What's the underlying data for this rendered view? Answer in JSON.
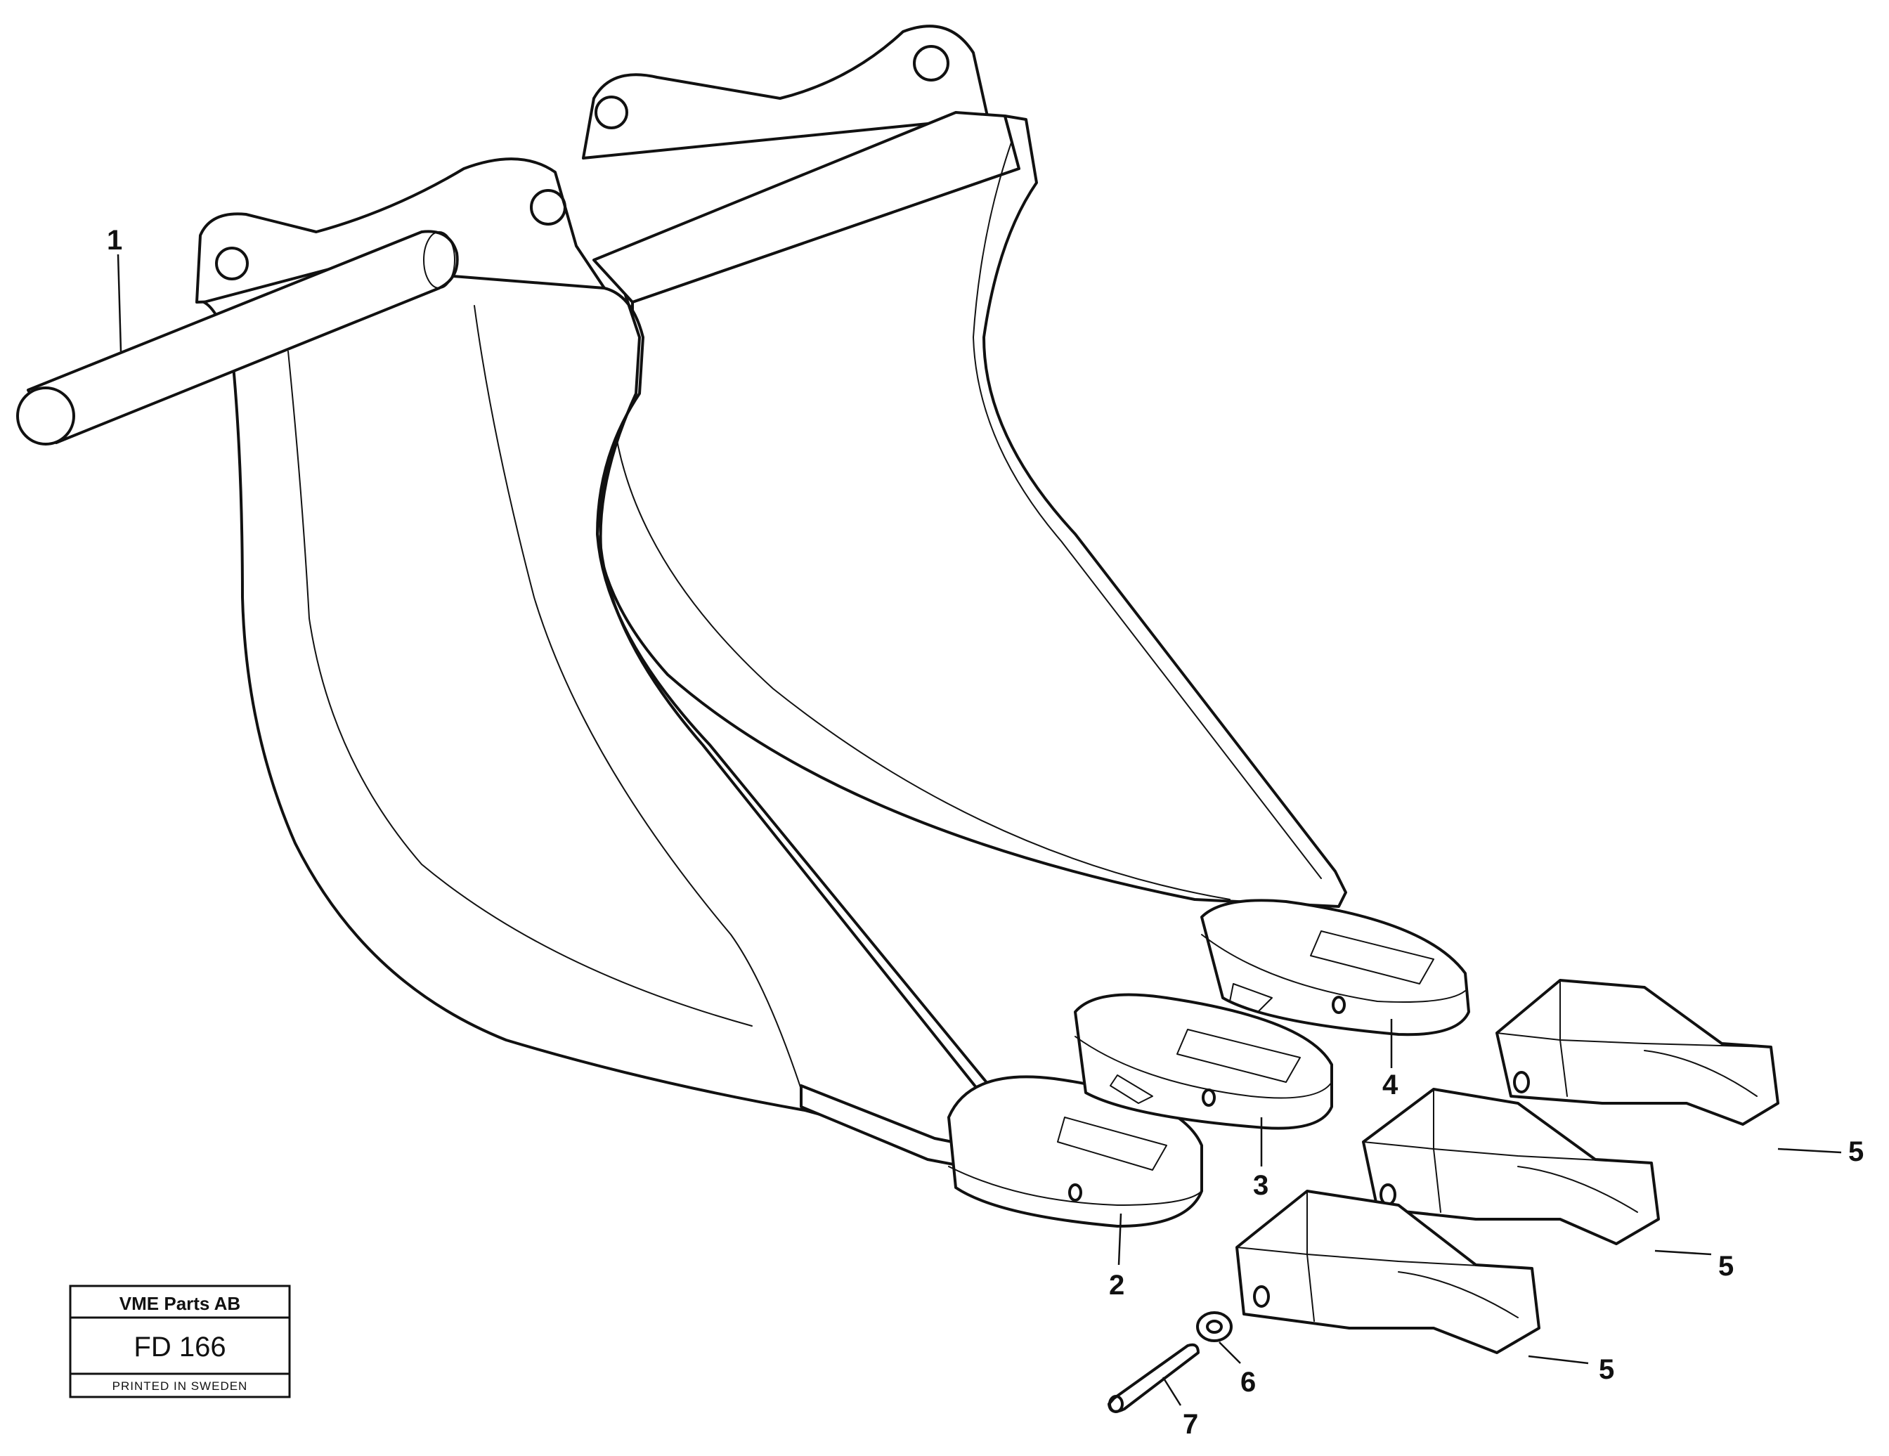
{
  "callouts": [
    {
      "id": "1",
      "label": "1"
    },
    {
      "id": "2",
      "label": "2"
    },
    {
      "id": "3",
      "label": "3"
    },
    {
      "id": "4",
      "label": "4"
    },
    {
      "id": "5a",
      "label": "5"
    },
    {
      "id": "5b",
      "label": "5"
    },
    {
      "id": "5c",
      "label": "5"
    },
    {
      "id": "6",
      "label": "6"
    },
    {
      "id": "7",
      "label": "7"
    }
  ],
  "title_block": {
    "company": "VME Parts AB",
    "code": "FD 166",
    "printed": "PRINTED IN SWEDEN"
  }
}
